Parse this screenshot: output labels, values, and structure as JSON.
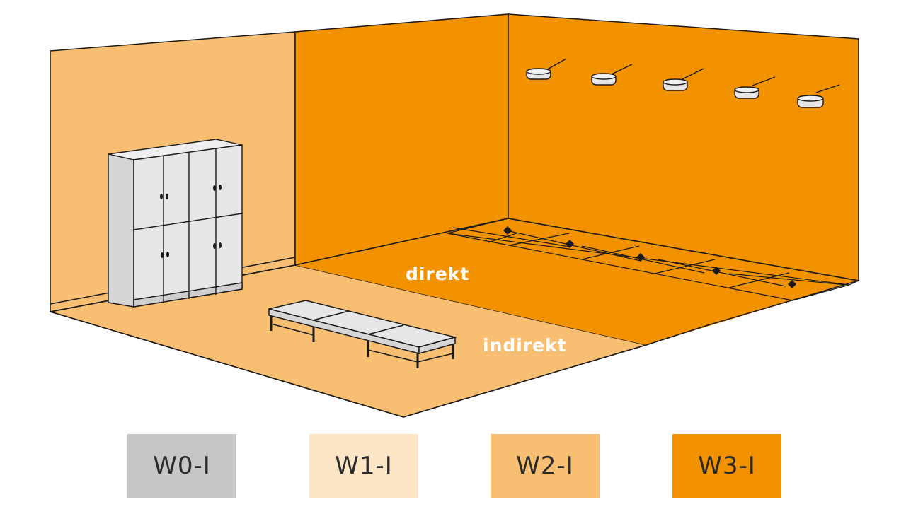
{
  "zones": {
    "direct_label": "direkt",
    "indirect_label": "indirekt"
  },
  "legend": [
    {
      "label": "W0-I",
      "color": "#c5c6c8"
    },
    {
      "label": "W1-I",
      "color": "#fde6c6"
    },
    {
      "label": "W2-I",
      "color": "#f8bf73"
    },
    {
      "label": "W3-I",
      "color": "#f39200"
    }
  ],
  "colors": {
    "indirect_zone": "#f8bf73",
    "direct_zone": "#f39200",
    "fixtures": "#e6e6e6",
    "outline": "#1a1a1a"
  }
}
